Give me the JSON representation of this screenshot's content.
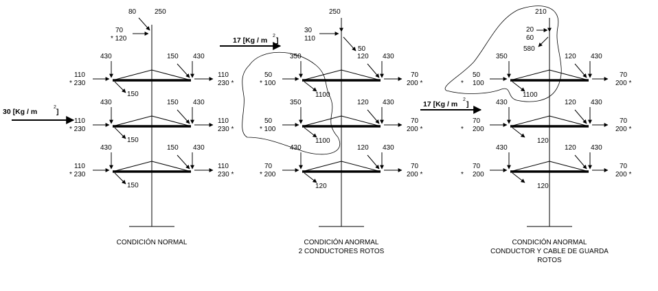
{
  "colors": {
    "ink": "#000000",
    "background": "#ffffff"
  },
  "wind_loads": {
    "normal": "30 [Kg / m",
    "abnormal": "17 [Kg / m",
    "exponent": "2"
  },
  "towers": [
    {
      "caption_lines": [
        "CONDICIÓN NORMAL"
      ],
      "top_labels": {
        "a": "80",
        "b": "250",
        "c": "70",
        "d": "* 120"
      },
      "left_load": "430",
      "right_load_top": "150",
      "right_load_bot": "430",
      "arms": [
        {
          "left1": "110",
          "left2": "* 230",
          "right1": "110",
          "right2": "230 *",
          "down": "150"
        },
        {
          "left1": "110",
          "left2": "* 230",
          "right1": "110",
          "right2": "230 *",
          "down": "150"
        },
        {
          "left1": "110",
          "left2": "* 230",
          "right1": "110",
          "right2": "230 *",
          "down": "150"
        }
      ]
    },
    {
      "caption_lines": [
        "CONDICIÓN ANORMAL",
        "2 CONDUCTORES ROTOS"
      ],
      "top_labels": {
        "a": "250",
        "b": "30",
        "c": "110",
        "d": "50"
      },
      "arms": [
        {
          "left_load": "350",
          "right_load": "120",
          "right_load2": "430",
          "left1": "50",
          "left2": "* 100",
          "right1": "70",
          "right2": "200 *",
          "down": "1100"
        },
        {
          "left_load": "350",
          "right_load": "120",
          "right_load2": "430",
          "left1": "50",
          "left2": "* 100",
          "right1": "70",
          "right2": "200 *",
          "down": "1100"
        },
        {
          "left_load": "430",
          "right_load": "120",
          "right_load2": "430",
          "left1": "70",
          "left2": "* 200",
          "right1": "70",
          "right2": "200 *",
          "down": "120"
        }
      ]
    },
    {
      "caption_lines": [
        "CONDICIÓN ANORMAL",
        "CONDUCTOR Y CABLE DE GUARDA",
        "ROTOS"
      ],
      "top_labels": {
        "a": "210",
        "b": "20",
        "c": "60",
        "d": "580"
      },
      "arms": [
        {
          "left_load": "350",
          "right_load": "120",
          "right_load2": "430",
          "left1": "50",
          "left2": "100",
          "right1": "70",
          "right2": "200 *",
          "down": "1100"
        },
        {
          "left_load": "430",
          "right_load": "120",
          "right_load2": "430",
          "left1": "70",
          "left2": "200",
          "right1": "70",
          "right2": "200 *",
          "down": "120"
        },
        {
          "left_load": "430",
          "right_load": "120",
          "right_load2": "430",
          "left1": "70",
          "left2": "200",
          "right1": "70",
          "right2": "200 *",
          "down": "120"
        }
      ]
    }
  ],
  "asterisk": "*"
}
